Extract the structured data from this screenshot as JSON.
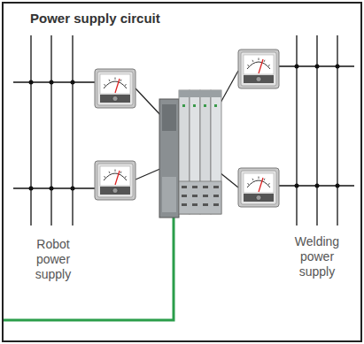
{
  "diagram": {
    "title": "Power supply circuit",
    "labels": [
      "Robot power supply",
      "Welding power supply"
    ]
  }
}
